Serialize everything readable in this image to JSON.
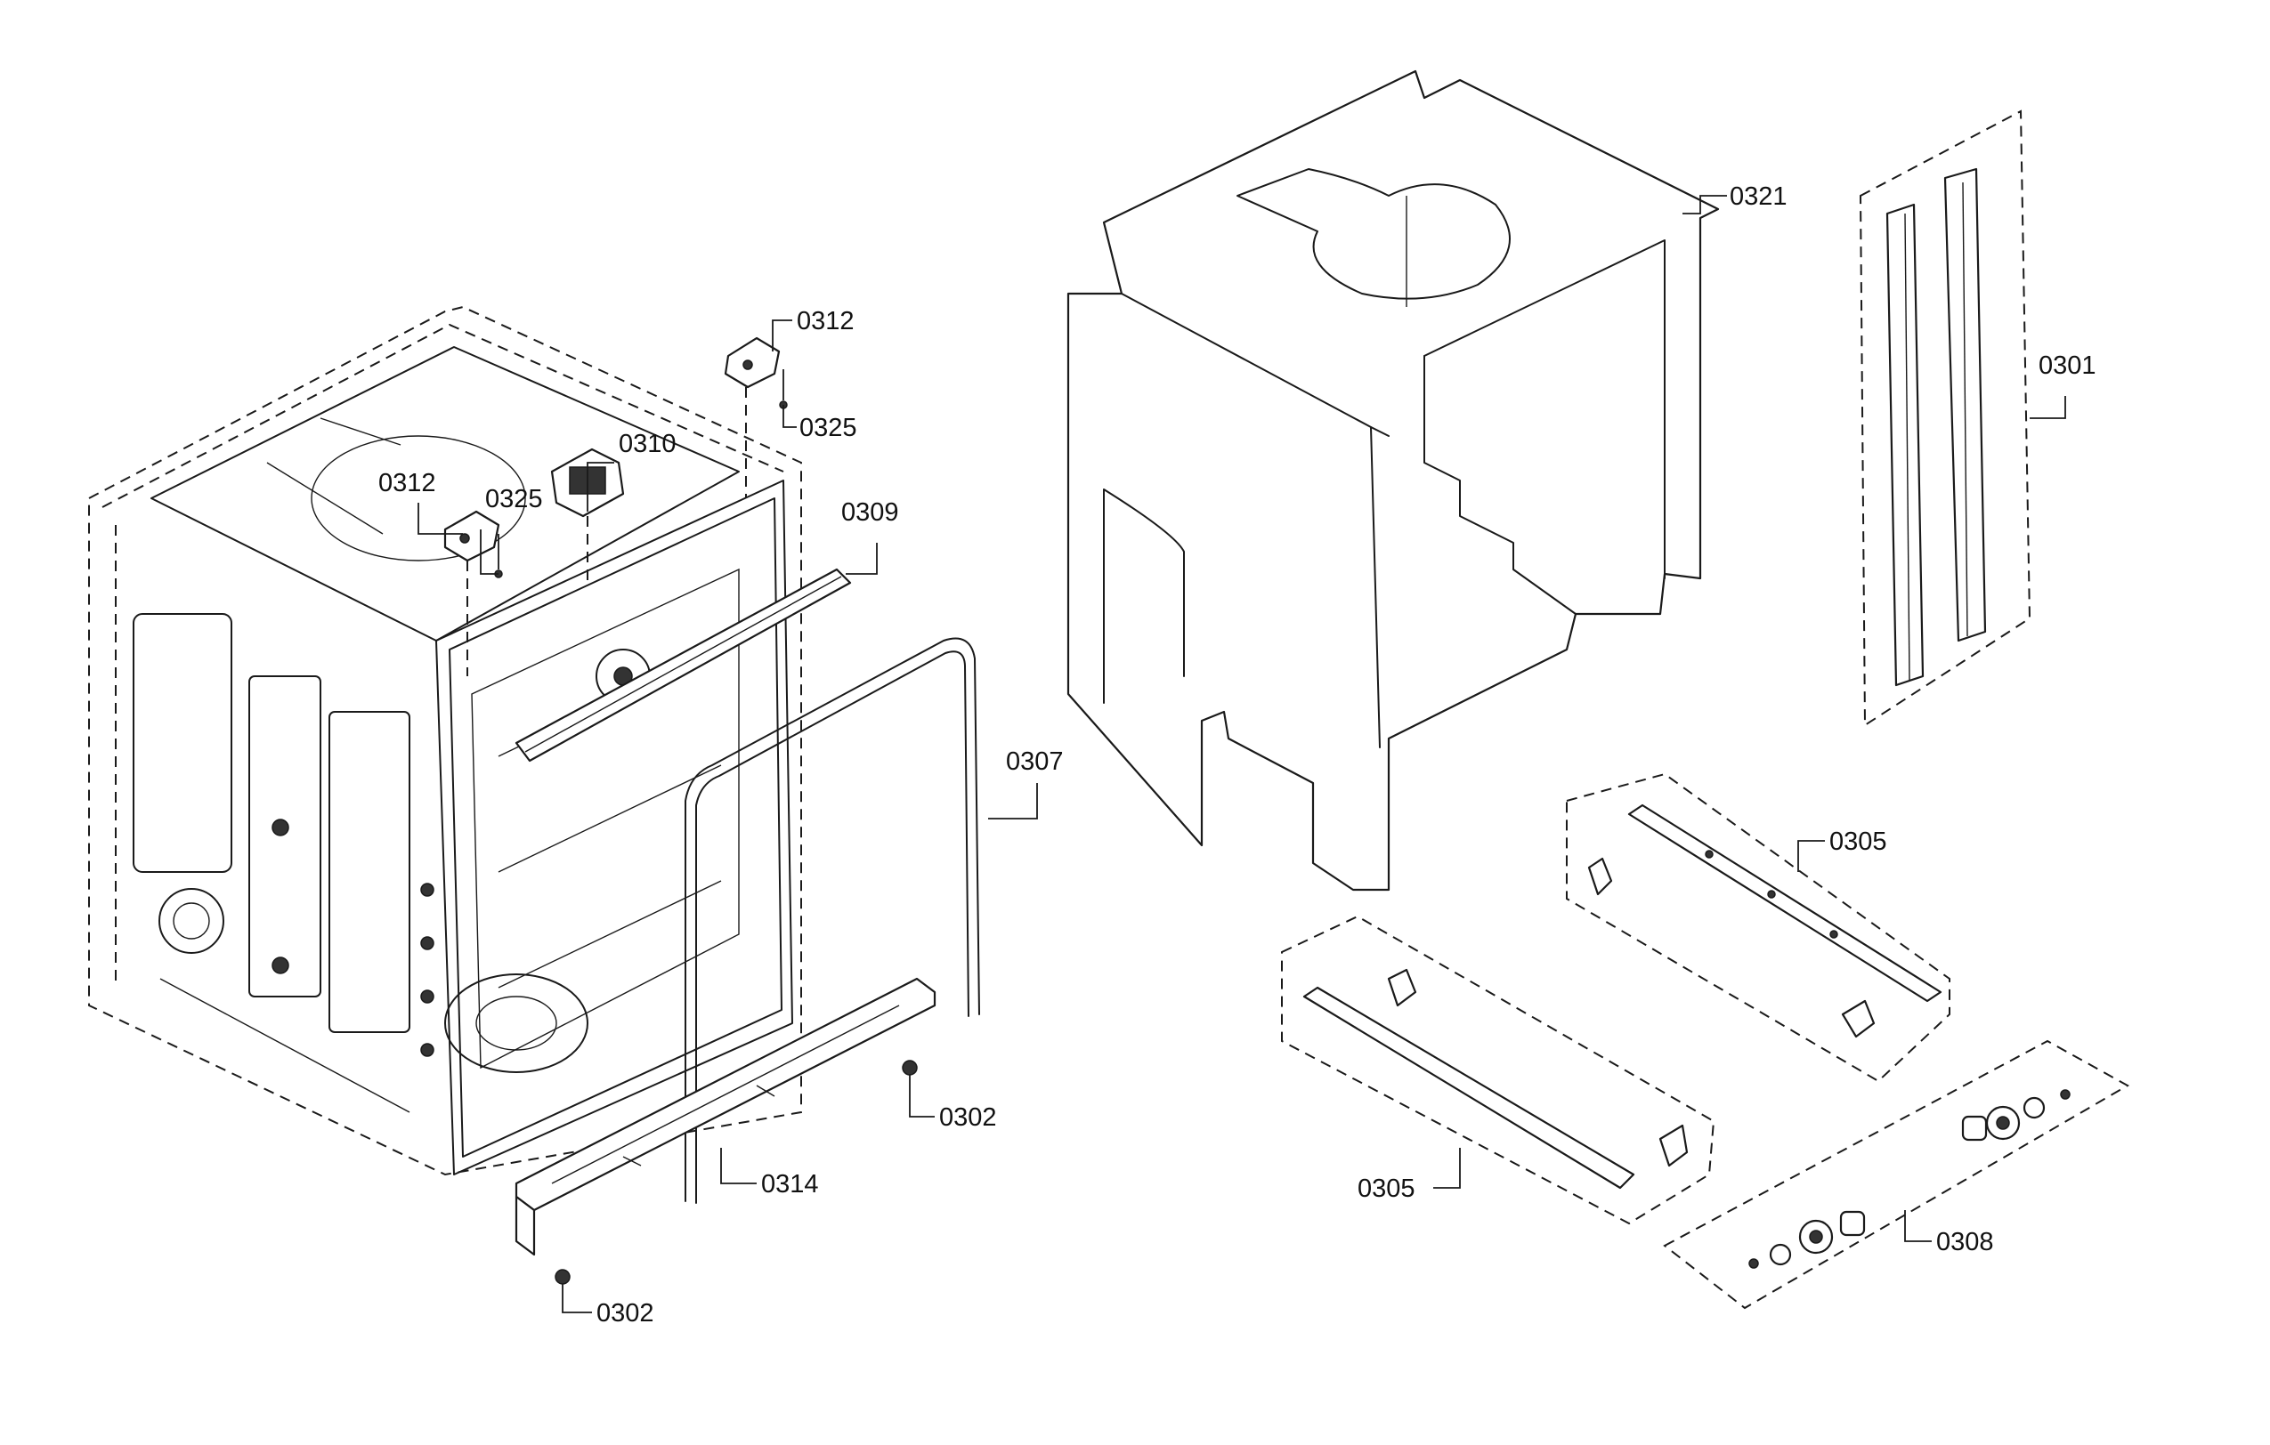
{
  "callouts": {
    "c0321": "0321",
    "c0301": "0301",
    "c0312a": "0312",
    "c0325a": "0325",
    "c0310": "0310",
    "c0312b": "0312",
    "c0325b": "0325",
    "c0309": "0309",
    "c0307": "0307",
    "c0305a": "0305",
    "c0305b": "0305",
    "c0302a": "0302",
    "c0314": "0314",
    "c0308": "0308",
    "c0302b": "0302"
  },
  "colors": {
    "line": "#1a1a1a",
    "background": "#ffffff"
  }
}
